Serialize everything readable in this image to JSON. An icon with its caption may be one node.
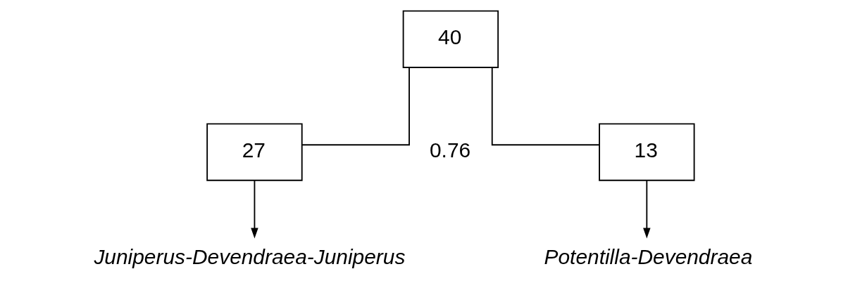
{
  "diagram": {
    "nodes": [
      {
        "text": [
          "40"
        ]
      },
      {
        "text": [
          "27"
        ]
      },
      {
        "text": [
          "13"
        ]
      },
      {
        "text": [
          "Juniperus-Devendraea-Juniperus"
        ]
      },
      {
        "text": [
          "Potentilla-Devendraea"
        ]
      }
    ],
    "edges": [
      {
        "from": 0,
        "to": 1,
        "arrow": "none"
      },
      {
        "from": 0,
        "to": 2,
        "arrow": "none"
      },
      {
        "from": 1,
        "to": 3,
        "arrow": "to"
      },
      {
        "from": 2,
        "to": 4,
        "arrow": "to"
      }
    ],
    "labels": [
      "0.76"
    ]
  }
}
